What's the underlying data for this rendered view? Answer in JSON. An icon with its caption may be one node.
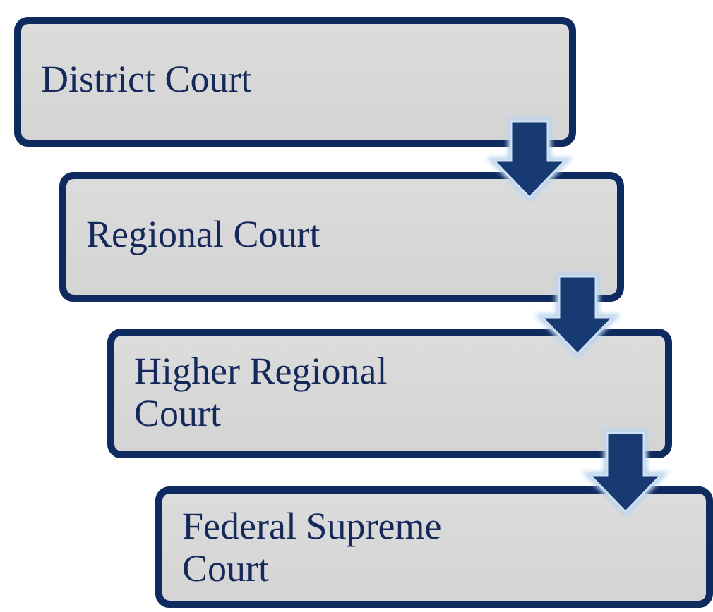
{
  "diagram": {
    "nodes": [
      {
        "text": [
          "District Court"
        ]
      },
      {
        "text": [
          "Regional Court"
        ]
      },
      {
        "text": [
          "Higher Regional Court"
        ]
      },
      {
        "text": [
          "Federal Supreme Court"
        ]
      }
    ],
    "edges": [
      {
        "from": 0,
        "to": 1,
        "arrow": "to"
      },
      {
        "from": 1,
        "to": 2,
        "arrow": "to"
      },
      {
        "from": 2,
        "to": 3,
        "arrow": "to"
      }
    ]
  }
}
